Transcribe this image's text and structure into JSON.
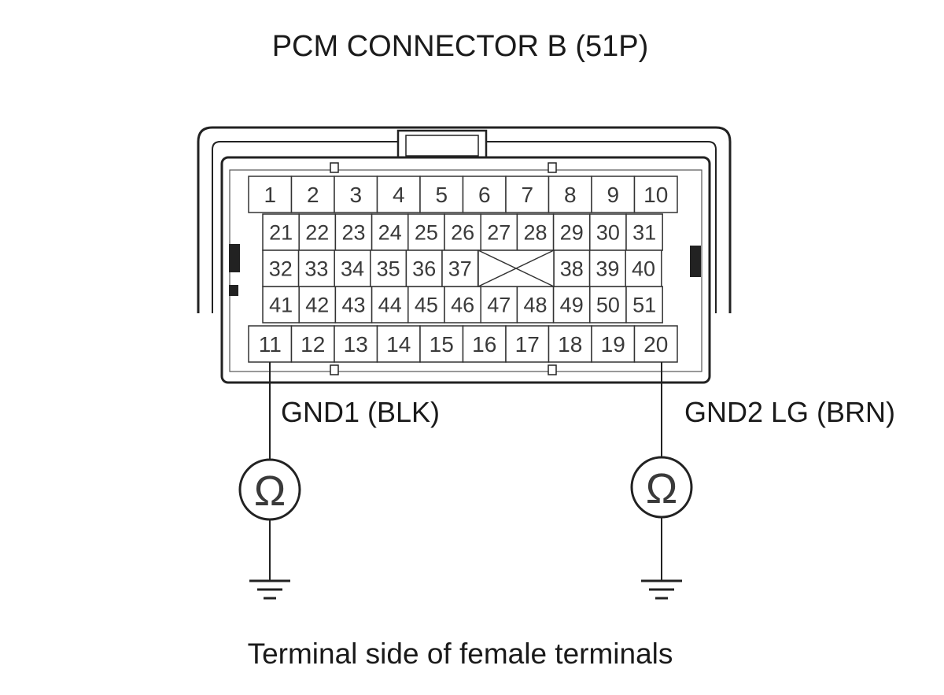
{
  "title": "PCM CONNECTOR B (51P)",
  "caption": "Terminal side of female terminals",
  "connector": {
    "row_top": [
      "1",
      "2",
      "3",
      "4",
      "5",
      "6",
      "7",
      "8",
      "9",
      "10"
    ],
    "row_inner1": [
      "21",
      "22",
      "23",
      "24",
      "25",
      "26",
      "27",
      "28",
      "29",
      "30",
      "31"
    ],
    "row_inner2_left": [
      "32",
      "33",
      "34",
      "35",
      "36",
      "37"
    ],
    "row_inner2_right": [
      "38",
      "39",
      "40"
    ],
    "row_inner3": [
      "41",
      "42",
      "43",
      "44",
      "45",
      "46",
      "47",
      "48",
      "49",
      "50",
      "51"
    ],
    "row_bottom": [
      "11",
      "12",
      "13",
      "14",
      "15",
      "16",
      "17",
      "18",
      "19",
      "20"
    ]
  },
  "probes": [
    {
      "label": "GND1 (BLK)",
      "terminal": "11",
      "meter": "Ω",
      "meter_icon": "ohmmeter-icon",
      "ground_icon": "ground-icon"
    },
    {
      "label": "GND2 LG (BRN)",
      "terminal": "20",
      "meter": "Ω",
      "meter_icon": "ohmmeter-icon",
      "ground_icon": "ground-icon"
    }
  ]
}
